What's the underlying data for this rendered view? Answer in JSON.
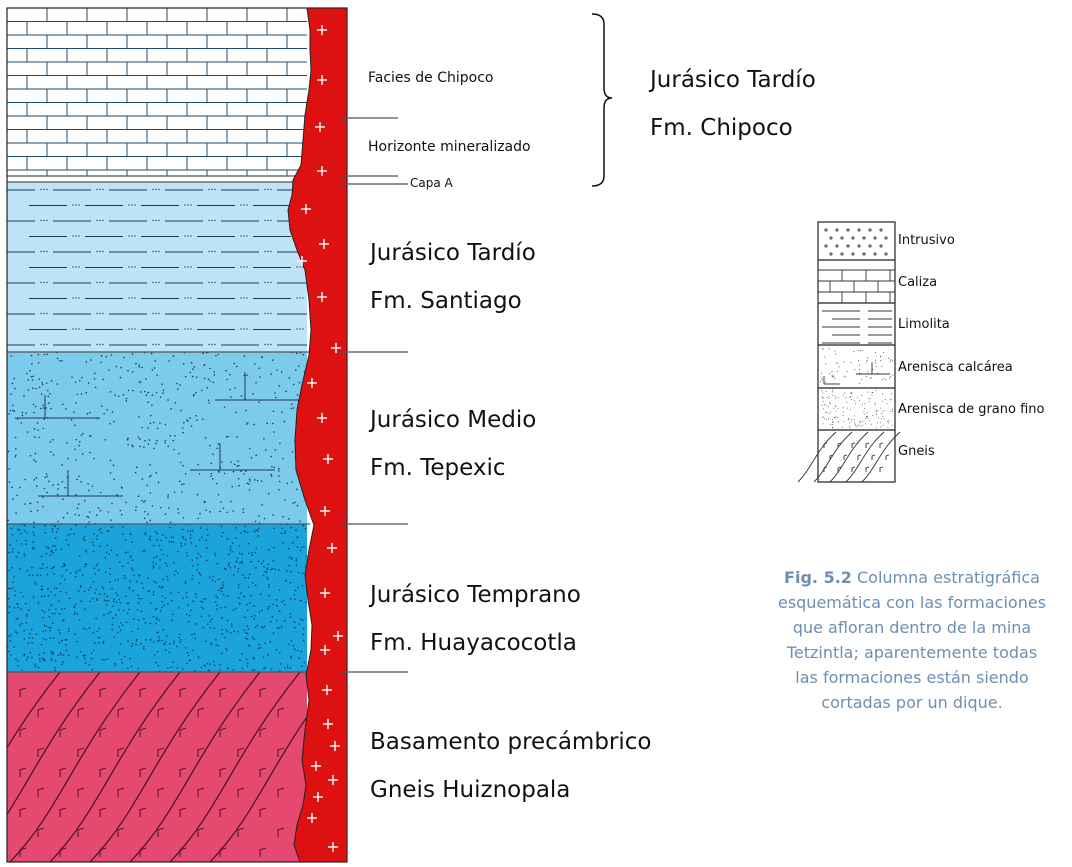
{
  "layers": [
    {
      "id": "chipoco",
      "name": "Caliza",
      "age": "",
      "formation": ""
    },
    {
      "id": "santiago",
      "name": "Limolita",
      "age": "Jurásico Tardío",
      "formation": "Fm. Santiago"
    },
    {
      "id": "tepexic",
      "name": "Arenisca calcárea",
      "age": "Jurásico Medio",
      "formation": "Fm. Tepexic"
    },
    {
      "id": "huayacocotla",
      "name": "Arenisca de grano fino",
      "age": "Jurásico Temprano",
      "formation": "Fm. Huayacocotla"
    },
    {
      "id": "basement",
      "name": "Gneis",
      "age": "Basamento precámbrico",
      "formation": "Gneis Huiznopala"
    }
  ],
  "chipoco_labels": {
    "facies": "Facies de Chipoco",
    "horizon": "Horizonte mineralizado",
    "capa": "Capa A",
    "bracket_age": "Jurásico Tardío",
    "bracket_formation": "Fm. Chipoco"
  },
  "legend": [
    {
      "pattern": "intrusive",
      "label": "Intrusivo"
    },
    {
      "pattern": "limestone",
      "label": "Caliza"
    },
    {
      "pattern": "siltstone",
      "label": "Limolita"
    },
    {
      "pattern": "calc-sandstone",
      "label": "Arenisca calcárea"
    },
    {
      "pattern": "fine-sandstone",
      "label": "Arenisca de grano fino"
    },
    {
      "pattern": "gneiss",
      "label": "Gneis"
    }
  ],
  "caption": {
    "number": "Fig. 5.2",
    "lines": [
      "Columna estratigráfica",
      "esquemática con las formaciones",
      "que afloran dentro de la mina",
      "Tetzintla; aparentemente todas",
      "las formaciones están siendo",
      "cortadas por un dique."
    ]
  },
  "colors": {
    "limestone": "#ffffff",
    "siltstone": "#bfe3f7",
    "calc_sandstone": "#7ccbec",
    "fine_sandstone": "#1ba3dc",
    "gneiss": "#e5496f",
    "dike": "#dd1111",
    "caption": "#6d8fb3"
  }
}
